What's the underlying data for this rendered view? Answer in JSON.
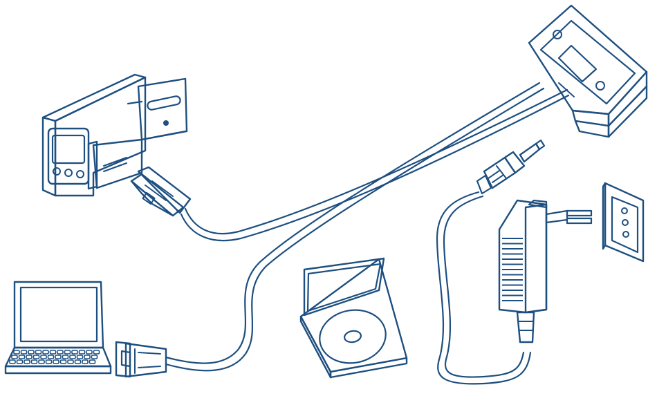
{
  "colors": {
    "line": "#1d4f80",
    "background": "#ffffff"
  },
  "components": [
    {
      "name": "panel-controller-icon"
    },
    {
      "name": "controller-serial-plug-icon"
    },
    {
      "name": "interface-adapter-module-icon"
    },
    {
      "name": "laptop-computer-icon"
    },
    {
      "name": "pc-serial-plug-icon"
    },
    {
      "name": "software-cd-case-icon"
    },
    {
      "name": "power-supply-adapter-icon"
    },
    {
      "name": "wall-socket-icon"
    },
    {
      "name": "dc-barrel-plug-icon"
    }
  ],
  "cables": [
    {
      "name": "controller-cable",
      "from": "controller-serial-plug-icon",
      "to": "interface-adapter-module-icon"
    },
    {
      "name": "pc-cable",
      "from": "pc-serial-plug-icon",
      "to": "interface-adapter-module-icon"
    },
    {
      "name": "power-cable",
      "from": "power-supply-adapter-icon",
      "to": "dc-barrel-plug-icon"
    }
  ]
}
